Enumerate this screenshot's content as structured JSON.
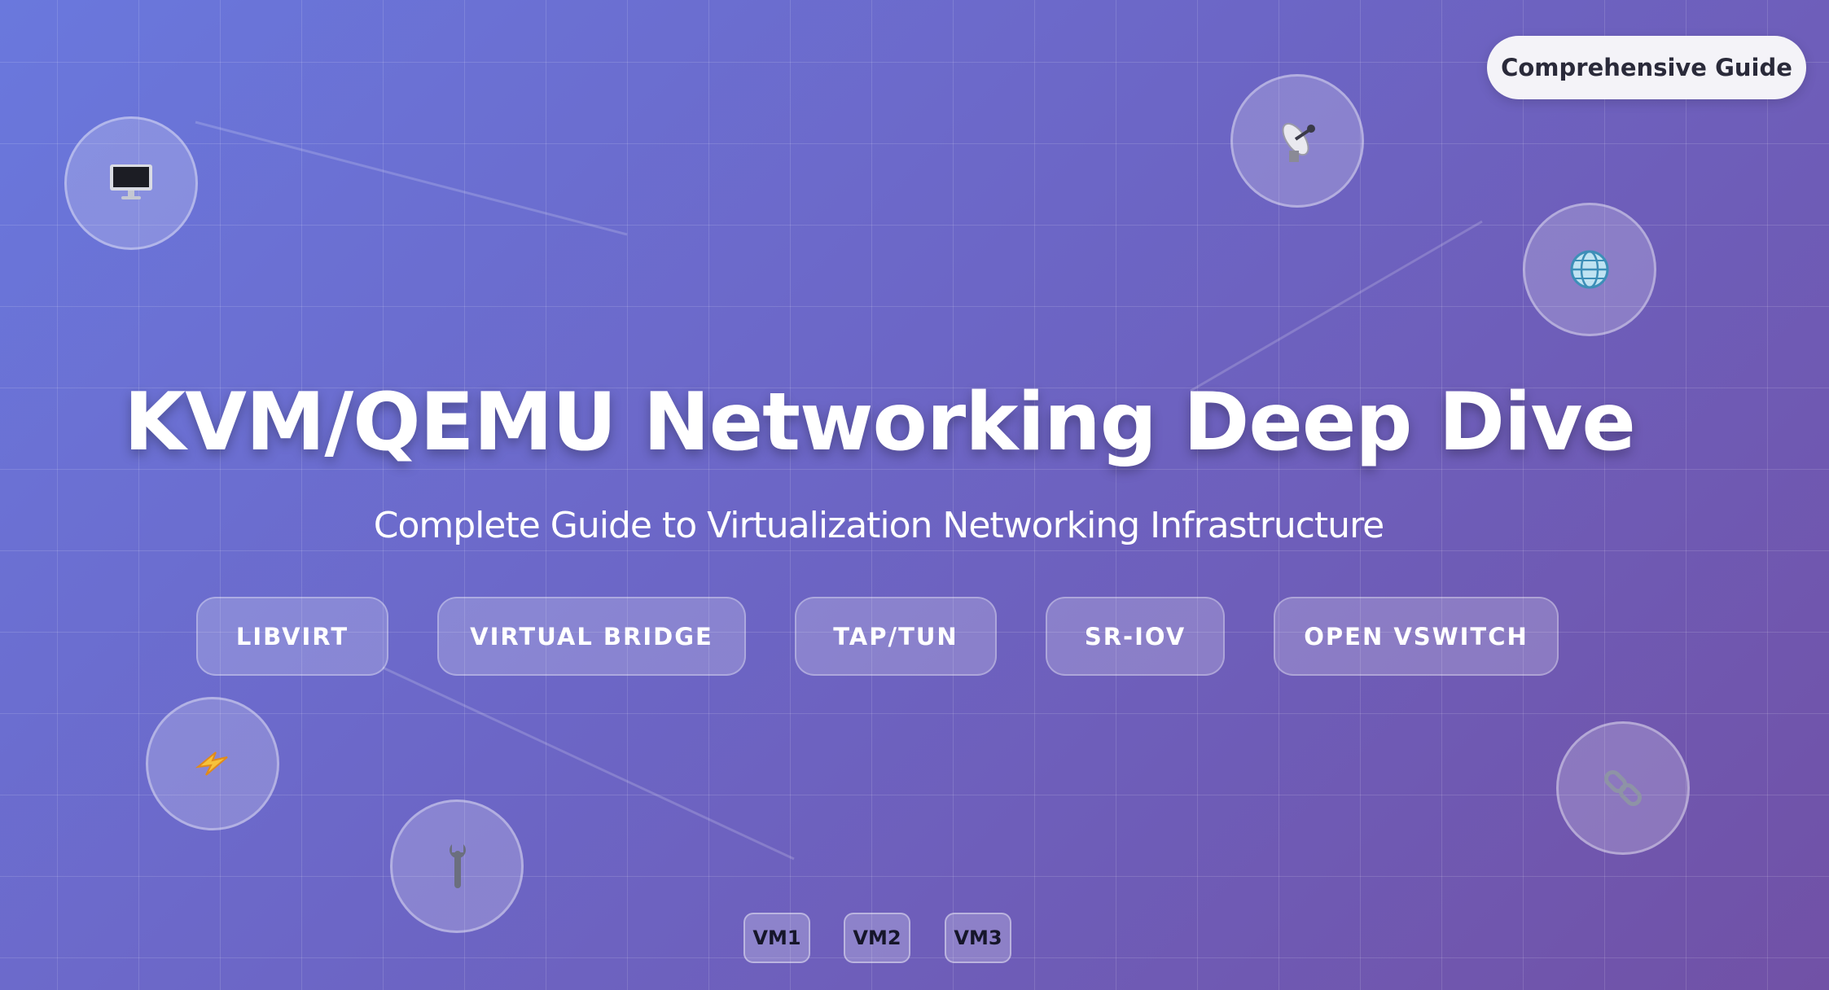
{
  "badge": {
    "label": "Comprehensive Guide"
  },
  "hero": {
    "title": "KVM/QEMU Networking Deep Dive",
    "subtitle": "Complete Guide to Virtualization Networking Infrastructure"
  },
  "topics": [
    {
      "label": "LIBVIRT"
    },
    {
      "label": "VIRTUAL BRIDGE"
    },
    {
      "label": "TAP/TUN"
    },
    {
      "label": "SR-IOV"
    },
    {
      "label": "OPEN VSWITCH"
    }
  ],
  "vms": [
    {
      "label": "VM1"
    },
    {
      "label": "VM2"
    },
    {
      "label": "VM3"
    }
  ],
  "nodes": [
    {
      "icon": "computer-icon"
    },
    {
      "icon": "satellite-antenna-icon"
    },
    {
      "icon": "globe-icon"
    },
    {
      "icon": "lightning-icon"
    },
    {
      "icon": "wrench-icon"
    },
    {
      "icon": "link-icon"
    }
  ],
  "colors": {
    "background_start": "#6a78dd",
    "background_end": "#7151a6",
    "badge_background": "#f4f3f8",
    "badge_text": "#2a2a3a",
    "vm_text": "#16162a"
  }
}
